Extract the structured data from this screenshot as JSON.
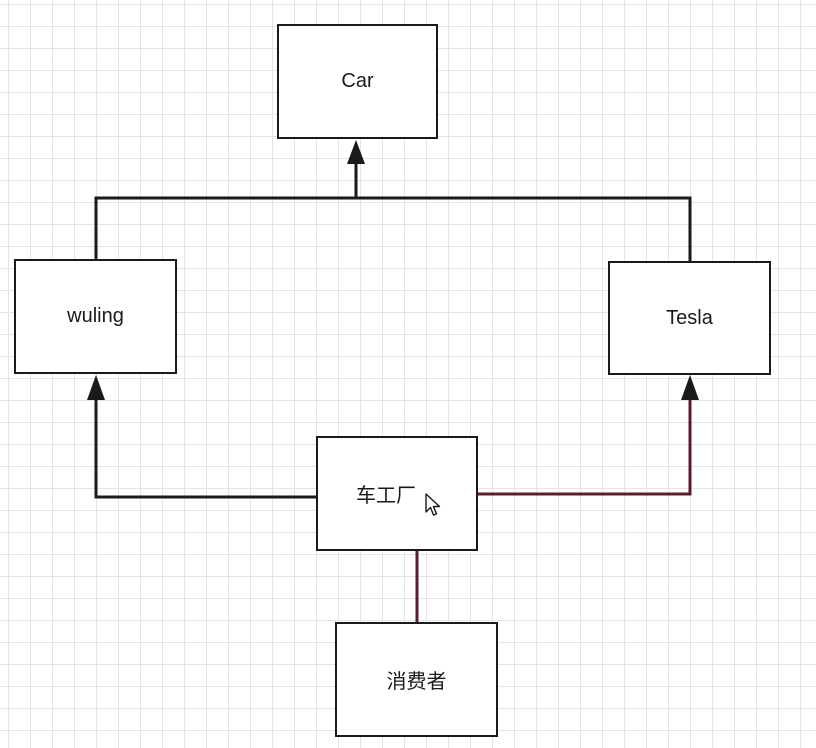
{
  "diagram": {
    "nodes": {
      "car": "Car",
      "wuling": "wuling",
      "tesla": "Tesla",
      "factory": "车工厂",
      "consumer": "消费者"
    },
    "colors": {
      "line": "#1a1a1a",
      "highlight_line": "#5a1e28",
      "grid": "#e4e4e4",
      "background": "#ffffff"
    },
    "edges": [
      {
        "from": "wuling",
        "to": "car",
        "type": "inheritance"
      },
      {
        "from": "tesla",
        "to": "car",
        "type": "inheritance"
      },
      {
        "from": "factory",
        "to": "wuling",
        "type": "arrow"
      },
      {
        "from": "factory",
        "to": "tesla",
        "type": "arrow"
      },
      {
        "from": "consumer",
        "to": "factory",
        "type": "line"
      }
    ]
  }
}
